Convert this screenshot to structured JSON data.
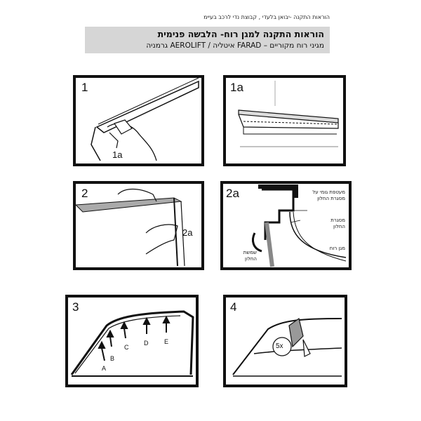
{
  "top_note": "הוראות התקנה -יבואן בלעדי , קבוצת נדי לרכב בעיימ",
  "header": {
    "title": "הוראות התקנה למגן רוח- הלבשה פנימית",
    "subtitle": "מגיני רוח מקוריים – FARAD איטליה / AEROLIFT גרמניה"
  },
  "panels": {
    "p1": {
      "number": "1",
      "callout": "1a"
    },
    "p1a": {
      "number": "1a"
    },
    "p2": {
      "number": "2",
      "callout": "2a"
    },
    "p2a": {
      "number": "2a",
      "label_rubber": "מעטפת גומי על\nמסגרת החלון",
      "label_frame": "מסגרת\nהחלון",
      "label_deflector": "מגן רוח",
      "label_glass": "שמשת\nהחלון"
    },
    "p3": {
      "number": "3",
      "points": [
        "A",
        "B",
        "C",
        "D",
        "E"
      ]
    },
    "p4": {
      "number": "4",
      "badge": "5x"
    }
  }
}
